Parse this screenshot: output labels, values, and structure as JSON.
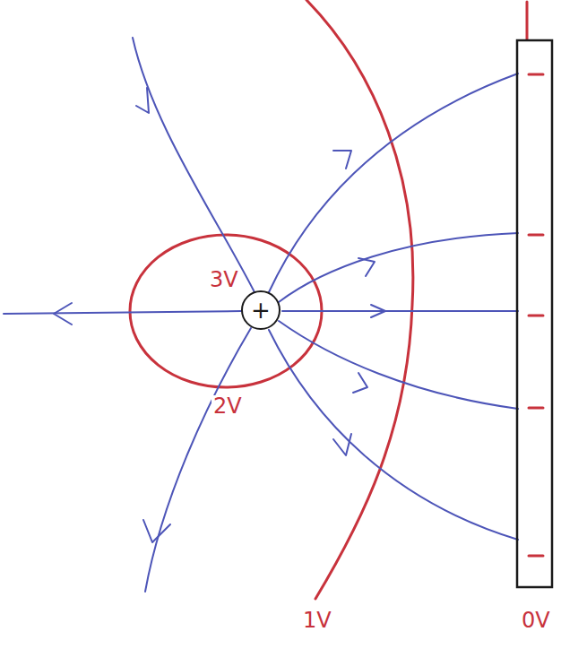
{
  "diagram": {
    "nodes": [
      {
        "text": [
          "+"
        ]
      }
    ],
    "labels": [
      "3V",
      "2V",
      "1V",
      "0V"
    ]
  }
}
